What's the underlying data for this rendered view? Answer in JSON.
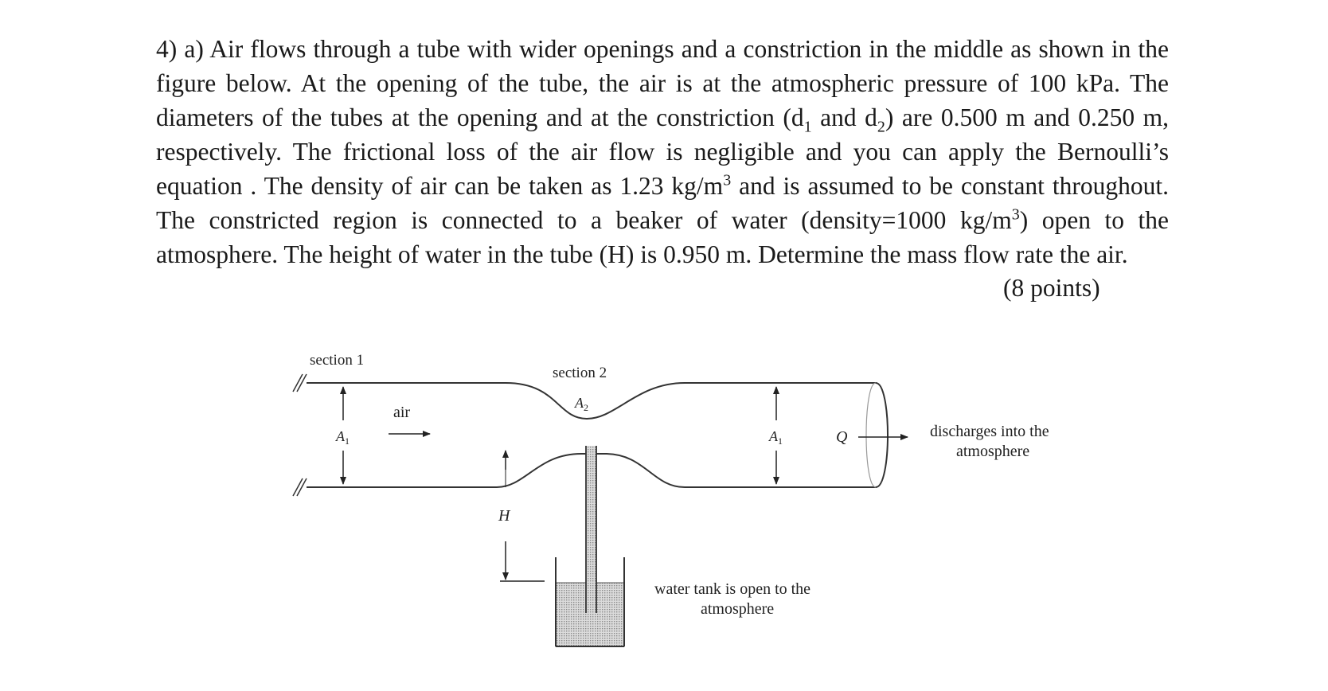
{
  "question": {
    "number": "4) a)",
    "text_part1": "Air flows through a tube with wider openings and a constriction in the middle as shown in the figure below. At the opening of the tube, the air is at the atmospheric pressure of 100 kPa. The diameters of the tubes at the opening and at the constriction (d",
    "sub1": "1",
    "text_part2": " and d",
    "sub2": "2",
    "text_part3": ") are 0.500 m and 0.250 m, respectively. The frictional loss of the air flow is negligible and you can apply the Bernoulli’s equation . The density of air can be taken as 1.23 kg/m",
    "sup1": "3",
    "text_part4": " and is assumed to be constant throughout. The constricted region is connected to a beaker of water (density=1000 kg/m",
    "sup2": "3",
    "text_part5": ") open to the atmosphere. The height of water in the tube (H) is 0.950 m. Determine the mass flow rate the air.",
    "points": "(8 points)"
  },
  "figure": {
    "section1": "section 1",
    "section2": "section 2",
    "air": "air",
    "a1_left_main": "A",
    "a1_left_sub": "1",
    "a2_main": "A",
    "a2_sub": "2",
    "a1_right_main": "A",
    "a1_right_sub": "1",
    "q": "Q",
    "h": "H",
    "discharge_line1": "discharges into the",
    "discharge_line2": "atmosphere",
    "tank_line1": "water tank is open to the",
    "tank_line2": "atmosphere"
  }
}
